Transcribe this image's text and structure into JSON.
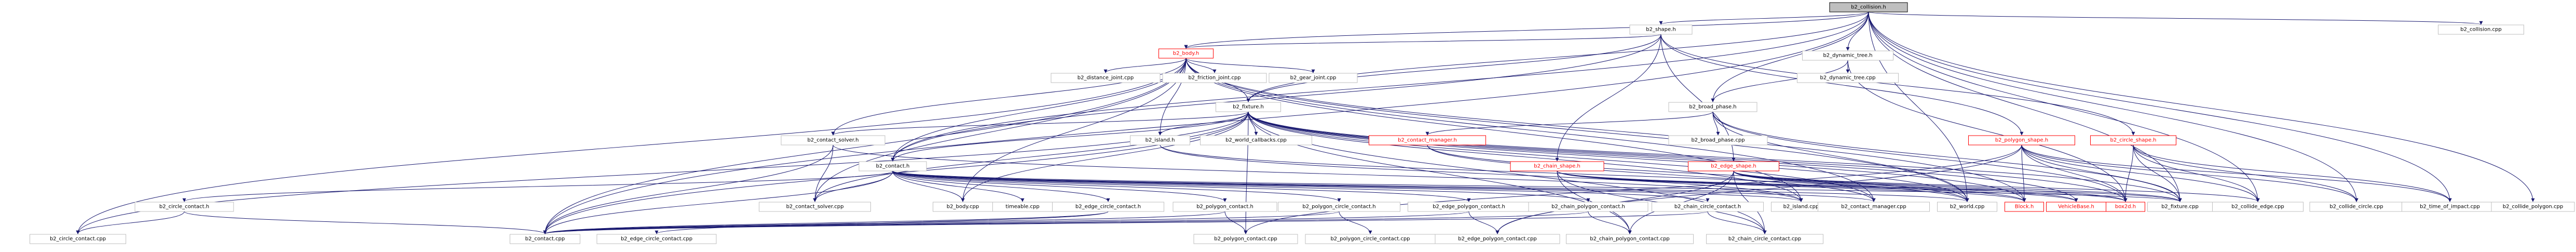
{
  "diagram": {
    "type": "include-dependency-graph",
    "colors": {
      "edge": "#191970",
      "node_border": "#bfbfbf",
      "root_fill": "#bfbfbf",
      "missing_border": "#ff0000"
    },
    "nodes": [
      {
        "id": "collision_h",
        "label": "b2_collision.h",
        "style": "root"
      },
      {
        "id": "collision_cpp",
        "label": "b2_collision.cpp",
        "style": "normal"
      },
      {
        "id": "shape_h",
        "label": "b2_shape.h",
        "style": "normal"
      },
      {
        "id": "dynamic_tree_h",
        "label": "b2_dynamic_tree.h",
        "style": "normal"
      },
      {
        "id": "body_h",
        "label": "b2_body.h",
        "style": "red"
      },
      {
        "id": "distance_joint_cpp",
        "label": "b2_distance_joint.cpp",
        "style": "normal"
      },
      {
        "id": "friction_joint_cpp",
        "label": "b2_friction_joint.cpp",
        "style": "normal"
      },
      {
        "id": "gear_joint_cpp",
        "label": "b2_gear_joint.cpp",
        "style": "normal"
      },
      {
        "id": "dynamic_tree_cpp",
        "label": "b2_dynamic_tree.cpp",
        "style": "normal"
      },
      {
        "id": "fixture_h",
        "label": "b2_fixture.h",
        "style": "normal"
      },
      {
        "id": "broad_phase_h",
        "label": "b2_broad_phase.h",
        "style": "normal"
      },
      {
        "id": "contact_solver_h",
        "label": "b2_contact_solver.h",
        "style": "normal"
      },
      {
        "id": "island_h",
        "label": "b2_island.h",
        "style": "normal"
      },
      {
        "id": "world_callbacks_cpp",
        "label": "b2_world_callbacks.cpp",
        "style": "normal"
      },
      {
        "id": "contact_manager_h",
        "label": "b2_contact_manager.h",
        "style": "red"
      },
      {
        "id": "broad_phase_cpp",
        "label": "b2_broad_phase.cpp",
        "style": "normal"
      },
      {
        "id": "polygon_shape_h",
        "label": "b2_polygon_shape.h",
        "style": "red"
      },
      {
        "id": "circle_shape_h",
        "label": "b2_circle_shape.h",
        "style": "red"
      },
      {
        "id": "contact_h",
        "label": "b2_contact.h",
        "style": "normal"
      },
      {
        "id": "chain_shape_h",
        "label": "b2_chain_shape.h",
        "style": "red"
      },
      {
        "id": "edge_shape_h",
        "label": "b2_edge_shape.h",
        "style": "red"
      },
      {
        "id": "circle_contact_h",
        "label": "b2_circle_contact.h",
        "style": "normal"
      },
      {
        "id": "contact_solver_cpp",
        "label": "b2_contact_solver.cpp",
        "style": "normal"
      },
      {
        "id": "body_cpp",
        "label": "b2_body.cpp",
        "style": "normal"
      },
      {
        "id": "timeable_cpp",
        "label": "timeable.cpp",
        "style": "normal"
      },
      {
        "id": "edge_circle_contact_h",
        "label": "b2_edge_circle_contact.h",
        "style": "normal"
      },
      {
        "id": "polygon_contact_h",
        "label": "b2_polygon_contact.h",
        "style": "normal"
      },
      {
        "id": "polygon_circle_contact_h",
        "label": "b2_polygon_circle_contact.h",
        "style": "normal"
      },
      {
        "id": "edge_polygon_contact_h",
        "label": "b2_edge_polygon_contact.h",
        "style": "normal"
      },
      {
        "id": "chain_polygon_contact_h",
        "label": "b2_chain_polygon_contact.h",
        "style": "normal"
      },
      {
        "id": "chain_circle_contact_h",
        "label": "b2_chain_circle_contact.h",
        "style": "normal"
      },
      {
        "id": "island_cpp",
        "label": "b2_island.cpp",
        "style": "normal"
      },
      {
        "id": "contact_manager_cpp",
        "label": "b2_contact_manager.cpp",
        "style": "normal"
      },
      {
        "id": "world_cpp",
        "label": "b2_world.cpp",
        "style": "normal"
      },
      {
        "id": "block_h",
        "label": "Block.h",
        "style": "red"
      },
      {
        "id": "vehiclebase_h",
        "label": "VehicleBase.h",
        "style": "red"
      },
      {
        "id": "box2d_h",
        "label": "box2d.h",
        "style": "red"
      },
      {
        "id": "fixture_cpp",
        "label": "b2_fixture.cpp",
        "style": "normal"
      },
      {
        "id": "collide_edge_cpp",
        "label": "b2_collide_edge.cpp",
        "style": "normal"
      },
      {
        "id": "collide_circle_cpp",
        "label": "b2_collide_circle.cpp",
        "style": "normal"
      },
      {
        "id": "time_of_impact_cpp",
        "label": "b2_time_of_impact.cpp",
        "style": "normal"
      },
      {
        "id": "collide_polygon_cpp",
        "label": "b2_collide_polygon.cpp",
        "style": "normal"
      },
      {
        "id": "circle_contact_cpp",
        "label": "b2_circle_contact.cpp",
        "style": "normal"
      },
      {
        "id": "contact_cpp",
        "label": "b2_contact.cpp",
        "style": "normal"
      },
      {
        "id": "edge_circle_contact_cpp",
        "label": "b2_edge_circle_contact.cpp",
        "style": "normal"
      },
      {
        "id": "polygon_contact_cpp",
        "label": "b2_polygon_contact.cpp",
        "style": "normal"
      },
      {
        "id": "polygon_circle_contact_cpp",
        "label": "b2_polygon_circle_contact.cpp",
        "style": "normal"
      },
      {
        "id": "edge_polygon_contact_cpp",
        "label": "b2_edge_polygon_contact.cpp",
        "style": "normal"
      },
      {
        "id": "chain_polygon_contact_cpp",
        "label": "b2_chain_polygon_contact.cpp",
        "style": "normal"
      },
      {
        "id": "chain_circle_contact_cpp",
        "label": "b2_chain_circle_contact.cpp",
        "style": "normal"
      }
    ],
    "edges": [
      [
        "collision_h",
        "collision_cpp"
      ],
      [
        "collision_h",
        "shape_h"
      ],
      [
        "collision_h",
        "dynamic_tree_h"
      ],
      [
        "collision_h",
        "body_h"
      ],
      [
        "collision_h",
        "fixture_h"
      ],
      [
        "collision_h",
        "broad_phase_h"
      ],
      [
        "collision_h",
        "contact_h"
      ],
      [
        "collision_h",
        "world_cpp"
      ],
      [
        "collision_h",
        "fixture_cpp"
      ],
      [
        "collision_h",
        "collide_edge_cpp"
      ],
      [
        "collision_h",
        "collide_circle_cpp"
      ],
      [
        "collision_h",
        "time_of_impact_cpp"
      ],
      [
        "collision_h",
        "collide_polygon_cpp"
      ],
      [
        "collision_h",
        "contact_cpp"
      ],
      [
        "shape_h",
        "body_h"
      ],
      [
        "shape_h",
        "fixture_h"
      ],
      [
        "shape_h",
        "chain_shape_h"
      ],
      [
        "shape_h",
        "edge_shape_h"
      ],
      [
        "shape_h",
        "polygon_shape_h"
      ],
      [
        "shape_h",
        "circle_shape_h"
      ],
      [
        "shape_h",
        "contact_h"
      ],
      [
        "dynamic_tree_h",
        "broad_phase_h"
      ],
      [
        "dynamic_tree_h",
        "dynamic_tree_cpp"
      ],
      [
        "dynamic_tree_h",
        "box2d_h"
      ],
      [
        "body_h",
        "distance_joint_cpp"
      ],
      [
        "body_h",
        "friction_joint_cpp"
      ],
      [
        "body_h",
        "gear_joint_cpp"
      ],
      [
        "body_h",
        "fixture_h"
      ],
      [
        "body_h",
        "contact_solver_h"
      ],
      [
        "body_h",
        "island_h"
      ],
      [
        "body_h",
        "contact_h"
      ],
      [
        "body_h",
        "body_cpp"
      ],
      [
        "body_h",
        "world_cpp"
      ],
      [
        "body_h",
        "block_h"
      ],
      [
        "body_h",
        "contact_solver_cpp"
      ],
      [
        "body_h",
        "island_cpp"
      ],
      [
        "body_h",
        "contact_manager_cpp"
      ],
      [
        "body_h",
        "circle_contact_cpp"
      ],
      [
        "body_h",
        "contact_cpp"
      ],
      [
        "fixture_h",
        "contact_solver_h"
      ],
      [
        "fixture_h",
        "island_h"
      ],
      [
        "fixture_h",
        "world_callbacks_cpp"
      ],
      [
        "fixture_h",
        "contact_h"
      ],
      [
        "fixture_h",
        "contact_manager_cpp"
      ],
      [
        "fixture_h",
        "world_cpp"
      ],
      [
        "fixture_h",
        "block_h"
      ],
      [
        "fixture_h",
        "vehiclebase_h"
      ],
      [
        "fixture_h",
        "box2d_h"
      ],
      [
        "fixture_h",
        "fixture_cpp"
      ],
      [
        "fixture_h",
        "body_cpp"
      ],
      [
        "fixture_h",
        "contact_solver_cpp"
      ],
      [
        "fixture_h",
        "island_cpp"
      ],
      [
        "fixture_h",
        "circle_contact_cpp"
      ],
      [
        "fixture_h",
        "contact_cpp"
      ],
      [
        "fixture_h",
        "polygon_contact_cpp"
      ],
      [
        "fixture_h",
        "chain_polygon_contact_cpp"
      ],
      [
        "fixture_h",
        "chain_circle_contact_cpp"
      ],
      [
        "broad_phase_h",
        "broad_phase_cpp"
      ],
      [
        "broad_phase_h",
        "contact_manager_h"
      ],
      [
        "broad_phase_h",
        "world_cpp"
      ],
      [
        "broad_phase_h",
        "box2d_h"
      ],
      [
        "broad_phase_h",
        "fixture_cpp"
      ],
      [
        "contact_solver_h",
        "contact_solver_cpp"
      ],
      [
        "contact_solver_h",
        "island_cpp"
      ],
      [
        "contact_solver_h",
        "contact_cpp"
      ],
      [
        "island_h",
        "island_cpp"
      ],
      [
        "island_h",
        "world_cpp"
      ],
      [
        "contact_manager_h",
        "contact_manager_cpp"
      ],
      [
        "contact_manager_h",
        "world_cpp"
      ],
      [
        "polygon_shape_h",
        "box2d_h"
      ],
      [
        "polygon_shape_h",
        "collide_edge_cpp"
      ],
      [
        "polygon_shape_h",
        "collide_circle_cpp"
      ],
      [
        "polygon_shape_h",
        "time_of_impact_cpp"
      ],
      [
        "polygon_shape_h",
        "fixture_cpp"
      ],
      [
        "polygon_shape_h",
        "block_h"
      ],
      [
        "polygon_shape_h",
        "polygon_contact_cpp"
      ],
      [
        "polygon_shape_h",
        "edge_polygon_contact_cpp"
      ],
      [
        "circle_shape_h",
        "box2d_h"
      ],
      [
        "circle_shape_h",
        "collide_edge_cpp"
      ],
      [
        "circle_shape_h",
        "collide_circle_cpp"
      ],
      [
        "circle_shape_h",
        "time_of_impact_cpp"
      ],
      [
        "circle_shape_h",
        "fixture_cpp"
      ],
      [
        "contact_h",
        "circle_contact_h"
      ],
      [
        "contact_h",
        "contact_solver_cpp"
      ],
      [
        "contact_h",
        "body_cpp"
      ],
      [
        "contact_h",
        "timeable_cpp"
      ],
      [
        "contact_h",
        "edge_circle_contact_h"
      ],
      [
        "contact_h",
        "polygon_contact_h"
      ],
      [
        "contact_h",
        "polygon_circle_contact_h"
      ],
      [
        "contact_h",
        "edge_polygon_contact_h"
      ],
      [
        "contact_h",
        "chain_polygon_contact_h"
      ],
      [
        "contact_h",
        "chain_circle_contact_h"
      ],
      [
        "contact_h",
        "island_cpp"
      ],
      [
        "contact_h",
        "contact_manager_cpp"
      ],
      [
        "contact_h",
        "world_cpp"
      ],
      [
        "contact_h",
        "fixture_cpp"
      ],
      [
        "contact_h",
        "contact_cpp"
      ],
      [
        "chain_shape_h",
        "block_h"
      ],
      [
        "chain_shape_h",
        "vehiclebase_h"
      ],
      [
        "chain_shape_h",
        "box2d_h"
      ],
      [
        "chain_shape_h",
        "fixture_cpp"
      ],
      [
        "chain_shape_h",
        "chain_polygon_contact_cpp"
      ],
      [
        "chain_shape_h",
        "chain_circle_contact_cpp"
      ],
      [
        "edge_shape_h",
        "block_h"
      ],
      [
        "edge_shape_h",
        "vehiclebase_h"
      ],
      [
        "edge_shape_h",
        "box2d_h"
      ],
      [
        "edge_shape_h",
        "fixture_cpp"
      ],
      [
        "edge_shape_h",
        "collide_edge_cpp"
      ],
      [
        "edge_shape_h",
        "chain_polygon_contact_cpp"
      ],
      [
        "edge_shape_h",
        "chain_circle_contact_cpp"
      ],
      [
        "edge_shape_h",
        "edge_polygon_contact_cpp"
      ],
      [
        "circle_contact_h",
        "circle_contact_cpp"
      ],
      [
        "circle_contact_h",
        "contact_cpp"
      ],
      [
        "edge_circle_contact_h",
        "edge_circle_contact_cpp"
      ],
      [
        "edge_circle_contact_h",
        "contact_cpp"
      ],
      [
        "polygon_contact_h",
        "polygon_contact_cpp"
      ],
      [
        "polygon_contact_h",
        "contact_cpp"
      ],
      [
        "polygon_circle_contact_h",
        "polygon_circle_contact_cpp"
      ],
      [
        "polygon_circle_contact_h",
        "contact_cpp"
      ],
      [
        "edge_polygon_contact_h",
        "edge_polygon_contact_cpp"
      ],
      [
        "edge_polygon_contact_h",
        "contact_cpp"
      ],
      [
        "chain_polygon_contact_h",
        "chain_polygon_contact_cpp"
      ],
      [
        "chain_polygon_contact_h",
        "contact_cpp"
      ],
      [
        "chain_circle_contact_h",
        "chain_circle_contact_cpp"
      ],
      [
        "chain_circle_contact_h",
        "contact_cpp"
      ]
    ]
  }
}
